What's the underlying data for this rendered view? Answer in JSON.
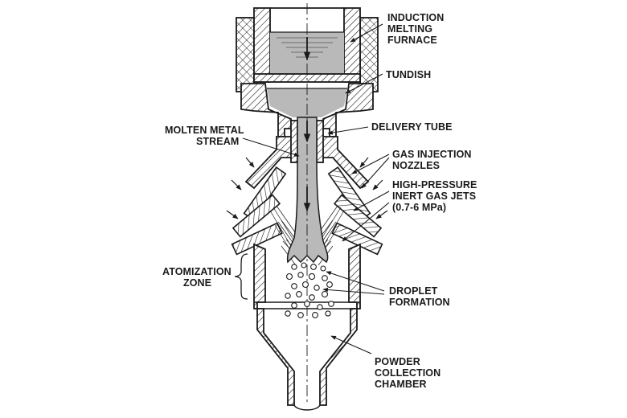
{
  "labels": {
    "furnace": [
      "INDUCTION",
      "MELTING",
      "FURNACE"
    ],
    "tundish": [
      "TUNDISH"
    ],
    "delivery_tube": [
      "DELIVERY TUBE"
    ],
    "molten_stream": [
      "MOLTEN METAL",
      "STREAM"
    ],
    "gas_nozzles": [
      "GAS INJECTION",
      "NOZZLES"
    ],
    "gas_jets": [
      "HIGH-PRESSURE",
      "INERT GAS JETS",
      "(0.7-6 MPa)"
    ],
    "atomization_zone": [
      "ATOMIZATION",
      "ZONE"
    ],
    "droplet": [
      "DROPLET",
      "FORMATION"
    ],
    "chamber": [
      "POWDER",
      "COLLECTION",
      "CHAMBER"
    ]
  },
  "colors": {
    "line": "#1a1a1a",
    "metal": "#b9b9b9",
    "background": "#ffffff"
  }
}
